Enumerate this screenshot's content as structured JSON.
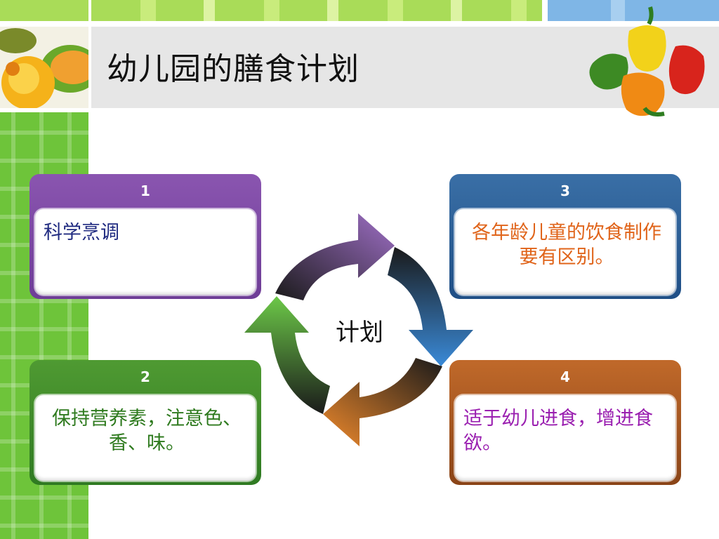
{
  "slide": {
    "title": "幼儿园的膳食计划"
  },
  "cycle": {
    "center_label": "计划"
  },
  "panels": [
    {
      "number": "1",
      "text": "科学烹调",
      "text_color": "#1f2a80",
      "header_color": "#7b48a3"
    },
    {
      "number": "2",
      "text": "保持营养素，注意色、香、味。",
      "text_color": "#2e7a1e",
      "header_color": "#3f8a2a"
    },
    {
      "number": "3",
      "text": "各年龄儿童的饮食制作要有区别。",
      "text_color": "#e0641a",
      "header_color": "#2b5f96"
    },
    {
      "number": "4",
      "text": "适于幼儿进食，增进食欲。",
      "text_color": "#9a1fb0",
      "header_color": "#a3561f"
    }
  ],
  "colors": {
    "arrow_purple": "#8a55b0",
    "arrow_blue": "#2f7bc2",
    "arrow_orange": "#e07a24",
    "arrow_green": "#5fb83c",
    "left_strip": "#6ec43a",
    "title_bar": "#e6e6e6"
  }
}
